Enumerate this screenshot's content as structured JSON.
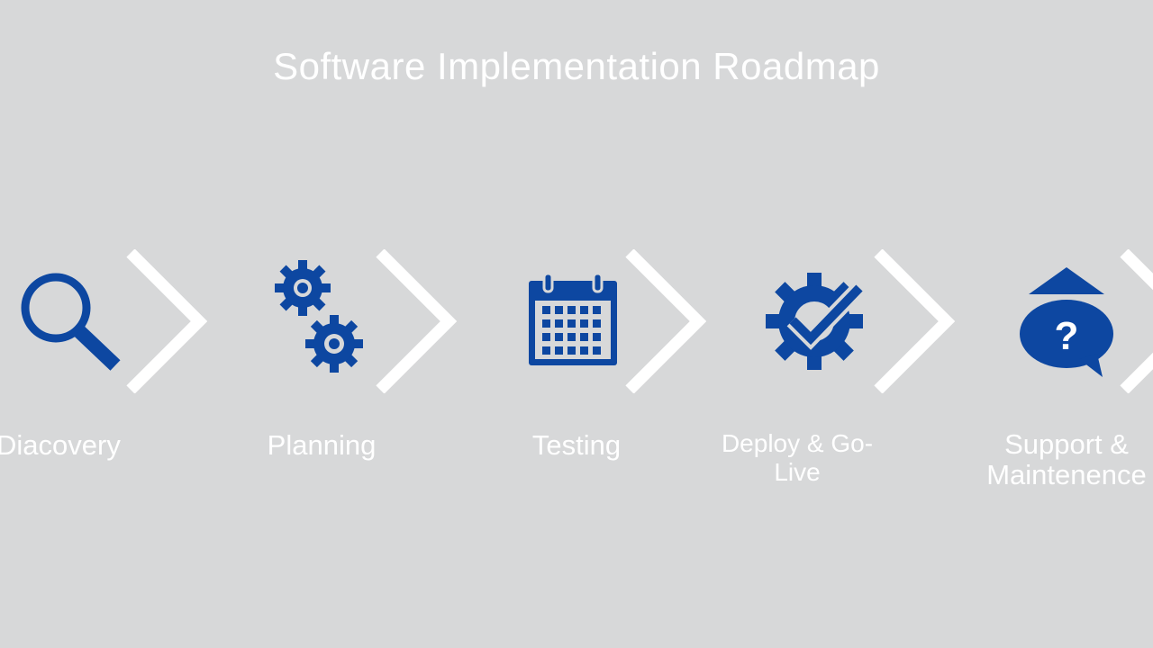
{
  "roadmap": {
    "title": "Software Implementation Roadmap",
    "steps": [
      {
        "label": "Diacovery",
        "icon": "magnifier-icon"
      },
      {
        "label": "Planning",
        "icon": "gears-icon"
      },
      {
        "label": "Testing",
        "icon": "calendar-icon"
      },
      {
        "label": "Deploy & Go-Live",
        "icon": "gear-check-icon"
      },
      {
        "label": "Support & Maintenence",
        "icon": "help-chat-icon"
      }
    ]
  },
  "colors": {
    "background": "#d7d8d9",
    "icon_blue": "#0d47a1",
    "text": "#ffffff",
    "chevron": "#ffffff"
  }
}
